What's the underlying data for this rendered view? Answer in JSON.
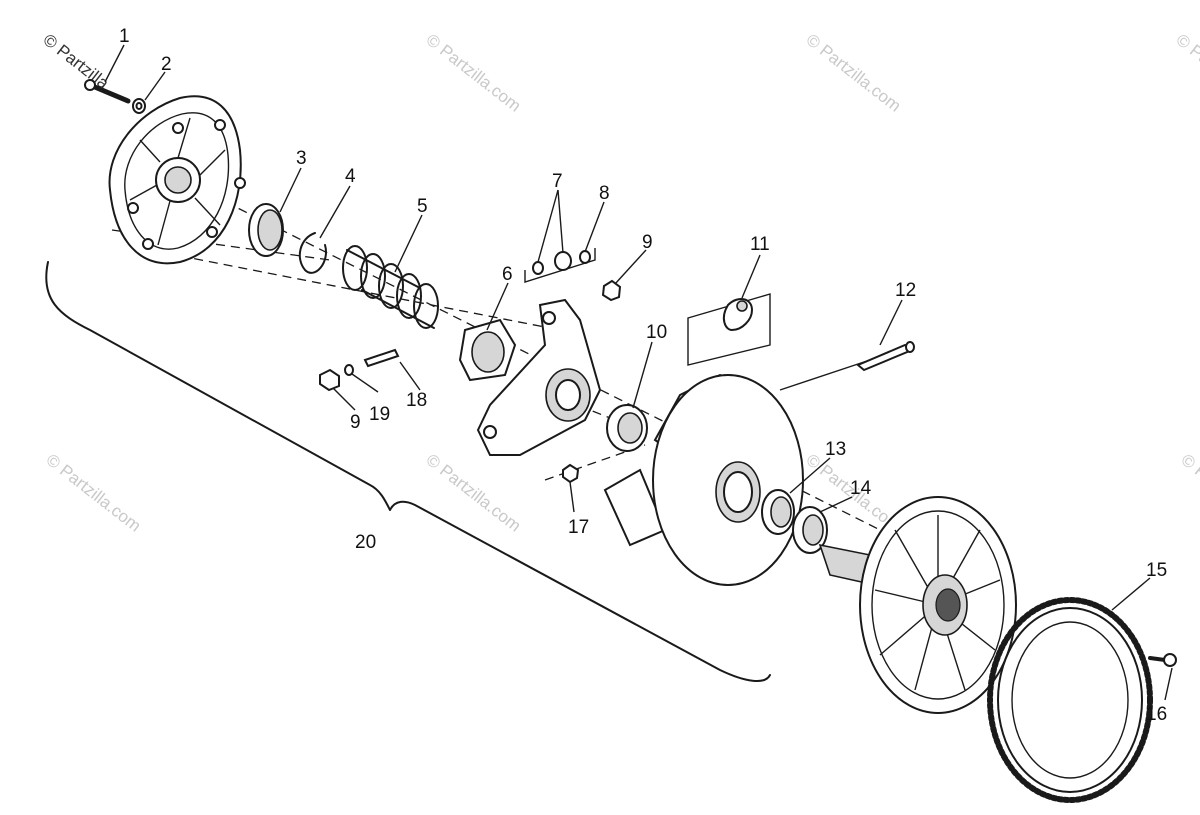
{
  "watermark": {
    "text": "© Partzilla.com",
    "top_left_text": "© Partzilla"
  },
  "callouts": [
    "1",
    "2",
    "3",
    "4",
    "5",
    "6",
    "7",
    "8",
    "9",
    "9",
    "10",
    "11",
    "12",
    "13",
    "14",
    "15",
    "16",
    "17",
    "18",
    "19",
    "20"
  ]
}
